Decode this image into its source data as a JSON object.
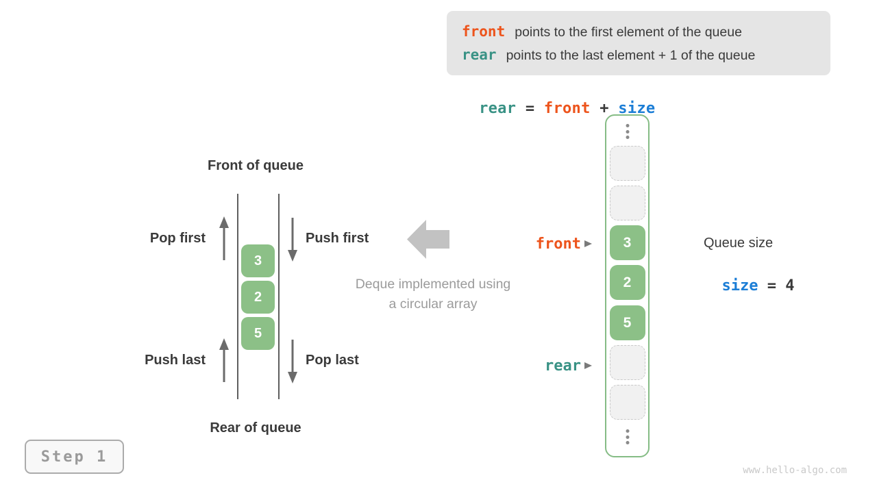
{
  "colors": {
    "front_orange": "#ed541c",
    "rear_teal": "#399285",
    "size_blue": "#1c7ed6",
    "cell_green": "#8cc087",
    "array_border_green": "#85bc85",
    "dark_text": "#3a3a3a",
    "muted_text": "#9b9b9b",
    "box_gray": "#e5e5e5"
  },
  "info_box": {
    "lines": [
      {
        "keyword": "front",
        "text": "points to the first element of the queue"
      },
      {
        "keyword": "rear",
        "text": "points to the last element + 1 of the queue"
      }
    ]
  },
  "formula": {
    "rear": "rear",
    "eq": " = ",
    "front": "front",
    "plus": " + ",
    "size": "size"
  },
  "left_queue": {
    "top_label": "Front of queue",
    "bottom_label": "Rear of queue",
    "pop_first": "Pop first",
    "push_first": "Push first",
    "push_last": "Push last",
    "pop_last": "Pop last",
    "values": [
      "3",
      "2",
      "5"
    ]
  },
  "center_caption": {
    "line1": "Deque implemented using",
    "line2": "a circular array"
  },
  "array_view": {
    "front_label": "front",
    "rear_label": "rear",
    "cells": [
      {
        "type": "empty"
      },
      {
        "type": "empty"
      },
      {
        "type": "value",
        "value": "3"
      },
      {
        "type": "value",
        "value": "2"
      },
      {
        "type": "value",
        "value": "5"
      },
      {
        "type": "empty"
      },
      {
        "type": "empty"
      }
    ]
  },
  "queue_size": {
    "title": "Queue size",
    "var": "size",
    "eq": " = ",
    "value": "4"
  },
  "step_badge": "Step 1",
  "watermark": "www.hello-algo.com"
}
